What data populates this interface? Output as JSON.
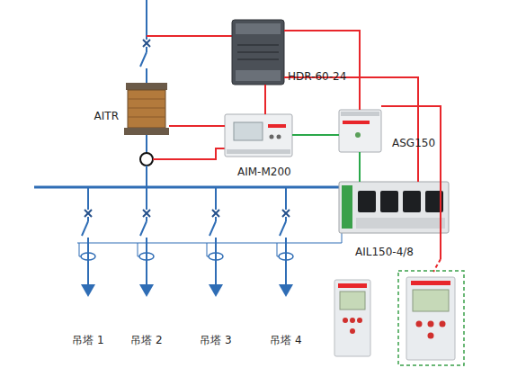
{
  "diagram": {
    "nodes": [
      {
        "text": [
          "HDR-60-24"
        ]
      },
      {
        "text": [
          "AITR"
        ]
      },
      {
        "text": [
          "AIM-M200"
        ]
      },
      {
        "text": [
          "ASG150"
        ]
      },
      {
        "text": [
          "AIL150-4/8"
        ]
      }
    ],
    "edges": [
      {
        "from": 0,
        "to": 2,
        "arrow": "none"
      },
      {
        "from": 0,
        "to": 3,
        "arrow": "none"
      },
      {
        "from": 1,
        "to": 2,
        "arrow": "none"
      },
      {
        "from": 2,
        "to": 3,
        "arrow": "none"
      },
      {
        "from": 3,
        "to": 4,
        "arrow": "none"
      },
      {
        "from": 0,
        "to": 4,
        "arrow": "none"
      }
    ],
    "labels": [
      "吊塔 1",
      "吊塔 2",
      "吊塔 3",
      "吊塔 4"
    ]
  }
}
